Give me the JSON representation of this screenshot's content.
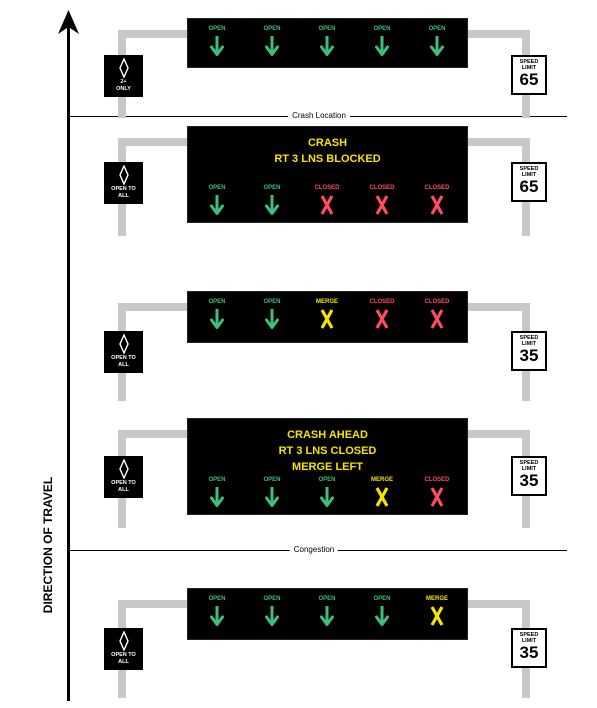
{
  "axis": {
    "direction_label": "DIRECTION OF TRAVEL"
  },
  "separators": {
    "crash_location": "Crash Location",
    "congestion": "Congestion"
  },
  "colors": {
    "open": "#3dbf7a",
    "closed": "#ff4d5e",
    "merge": "#f5e400",
    "sign_background": "#000000",
    "structure": "#c8c8c8"
  },
  "gantries": [
    {
      "message": [],
      "lanes": [
        {
          "label": "OPEN",
          "icon": "arrow-down-icon",
          "status": "open"
        },
        {
          "label": "OPEN",
          "icon": "arrow-down-icon",
          "status": "open"
        },
        {
          "label": "OPEN",
          "icon": "arrow-down-icon",
          "status": "open"
        },
        {
          "label": "OPEN",
          "icon": "arrow-down-icon",
          "status": "open"
        },
        {
          "label": "OPEN",
          "icon": "arrow-down-icon",
          "status": "open"
        }
      ],
      "diamond_sign": {
        "icon": "diamond-icon",
        "lines": [
          "2+",
          "ONLY"
        ]
      },
      "speed_limit": {
        "label_lines": [
          "SPEED",
          "LIMIT"
        ],
        "value": "65"
      }
    },
    {
      "message": [
        "CRASH",
        "RT 3 LNS BLOCKED"
      ],
      "lanes": [
        {
          "label": "OPEN",
          "icon": "arrow-down-icon",
          "status": "open"
        },
        {
          "label": "OPEN",
          "icon": "arrow-down-icon",
          "status": "open"
        },
        {
          "label": "CLOSED",
          "icon": "x-icon",
          "status": "closed"
        },
        {
          "label": "CLOSED",
          "icon": "x-icon",
          "status": "closed"
        },
        {
          "label": "CLOSED",
          "icon": "x-icon",
          "status": "closed"
        }
      ],
      "diamond_sign": {
        "icon": "diamond-icon",
        "lines": [
          "OPEN TO",
          "ALL"
        ]
      },
      "speed_limit": {
        "label_lines": [
          "SPEED",
          "LIMIT"
        ],
        "value": "65"
      }
    },
    {
      "message": [],
      "lanes": [
        {
          "label": "OPEN",
          "icon": "arrow-down-icon",
          "status": "open"
        },
        {
          "label": "OPEN",
          "icon": "arrow-down-icon",
          "status": "open"
        },
        {
          "label": "MERGE",
          "icon": "x-icon",
          "status": "merge"
        },
        {
          "label": "CLOSED",
          "icon": "x-icon",
          "status": "closed"
        },
        {
          "label": "CLOSED",
          "icon": "x-icon",
          "status": "closed"
        }
      ],
      "diamond_sign": {
        "icon": "diamond-icon",
        "lines": [
          "OPEN TO",
          "ALL"
        ]
      },
      "speed_limit": {
        "label_lines": [
          "SPEED",
          "LIMIT"
        ],
        "value": "35"
      }
    },
    {
      "message": [
        "CRASH AHEAD",
        "RT 3 LNS CLOSED",
        "MERGE LEFT"
      ],
      "lanes": [
        {
          "label": "OPEN",
          "icon": "arrow-down-icon",
          "status": "open"
        },
        {
          "label": "OPEN",
          "icon": "arrow-down-icon",
          "status": "open"
        },
        {
          "label": "OPEN",
          "icon": "arrow-down-icon",
          "status": "open"
        },
        {
          "label": "MERGE",
          "icon": "x-icon",
          "status": "merge"
        },
        {
          "label": "CLOSED",
          "icon": "x-icon",
          "status": "closed"
        }
      ],
      "diamond_sign": {
        "icon": "diamond-icon",
        "lines": [
          "OPEN TO",
          "ALL"
        ]
      },
      "speed_limit": {
        "label_lines": [
          "SPEED",
          "LIMIT"
        ],
        "value": "35"
      }
    },
    {
      "message": [],
      "lanes": [
        {
          "label": "OPEN",
          "icon": "arrow-down-icon",
          "status": "open"
        },
        {
          "label": "OPEN",
          "icon": "arrow-down-icon",
          "status": "open"
        },
        {
          "label": "OPEN",
          "icon": "arrow-down-icon",
          "status": "open"
        },
        {
          "label": "OPEN",
          "icon": "arrow-down-icon",
          "status": "open"
        },
        {
          "label": "MERGE",
          "icon": "x-icon",
          "status": "merge"
        }
      ],
      "diamond_sign": {
        "icon": "diamond-icon",
        "lines": [
          "OPEN TO",
          "ALL"
        ]
      },
      "speed_limit": {
        "label_lines": [
          "SPEED",
          "LIMIT"
        ],
        "value": "35"
      }
    }
  ]
}
